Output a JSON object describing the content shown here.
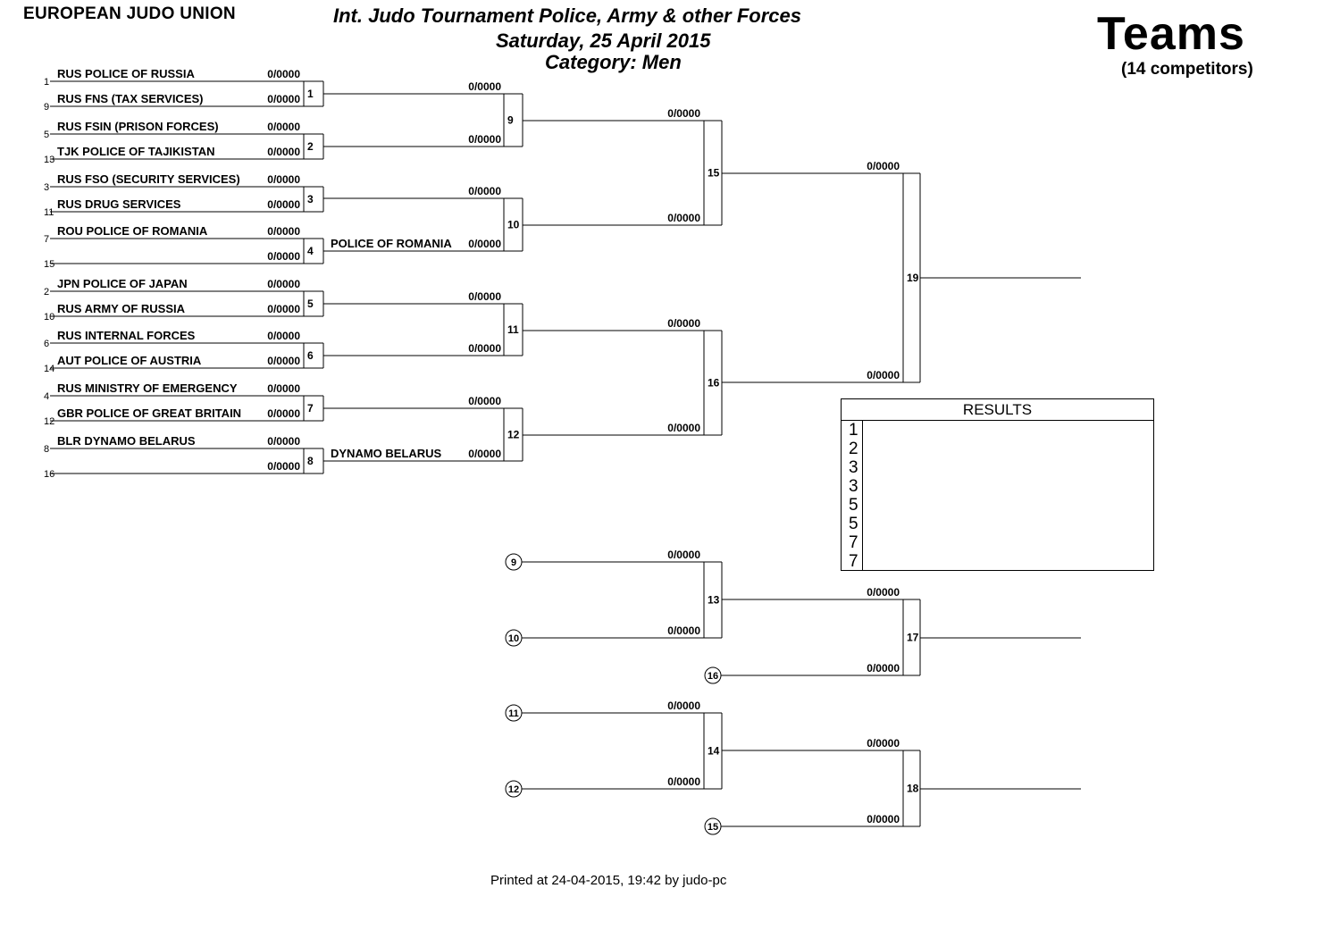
{
  "header": {
    "org": "EUROPEAN JUDO UNION",
    "title_line1": "Int. Judo Tournament Police, Army & other Forces",
    "title_line2": "Saturday, 25 April 2015",
    "title_line3": "Category: Men",
    "teams_label": "Teams",
    "competitors": "(14 competitors)"
  },
  "entries": [
    {
      "seed": "1",
      "country": "RUS",
      "team": "POLICE OF RUSSIA",
      "score": "0/0000"
    },
    {
      "seed": "9",
      "country": "RUS",
      "team": "FNS (TAX SERVICES)",
      "score": "0/0000"
    },
    {
      "seed": "5",
      "country": "RUS",
      "team": "FSIN (PRISON FORCES)",
      "score": "0/0000"
    },
    {
      "seed": "13",
      "country": "TJK",
      "team": "POLICE OF TAJIKISTAN",
      "score": "0/0000"
    },
    {
      "seed": "3",
      "country": "RUS",
      "team": "FSO (SECURITY SERVICES)",
      "score": "0/0000"
    },
    {
      "seed": "11",
      "country": "RUS",
      "team": "DRUG SERVICES",
      "score": "0/0000"
    },
    {
      "seed": "7",
      "country": "ROU",
      "team": "POLICE OF ROMANIA",
      "score": "0/0000"
    },
    {
      "seed": "15",
      "country": "",
      "team": "",
      "score": "0/0000"
    },
    {
      "seed": "2",
      "country": "JPN",
      "team": "POLICE OF JAPAN",
      "score": "0/0000"
    },
    {
      "seed": "10",
      "country": "RUS",
      "team": "ARMY OF RUSSIA",
      "score": "0/0000"
    },
    {
      "seed": "6",
      "country": "RUS",
      "team": "INTERNAL FORCES",
      "score": "0/0000"
    },
    {
      "seed": "14",
      "country": "AUT",
      "team": "POLICE OF AUSTRIA",
      "score": "0/0000"
    },
    {
      "seed": "4",
      "country": "RUS",
      "team": "MINISTRY OF EMERGENCY",
      "score": "0/0000"
    },
    {
      "seed": "12",
      "country": "GBR",
      "team": "POLICE OF GREAT BRITAIN",
      "score": "0/0000"
    },
    {
      "seed": "8",
      "country": "BLR",
      "team": "DYNAMO BELARUS",
      "score": "0/0000"
    },
    {
      "seed": "16",
      "country": "",
      "team": "",
      "score": "0/0000"
    }
  ],
  "round1_matches": [
    "1",
    "2",
    "3",
    "4",
    "5",
    "6",
    "7",
    "8"
  ],
  "round2": {
    "matches": [
      "9",
      "10",
      "11",
      "12"
    ],
    "slots": [
      {
        "name": "",
        "score": "0/0000"
      },
      {
        "name": "",
        "score": "0/0000"
      },
      {
        "name": "",
        "score": "0/0000"
      },
      {
        "name": "POLICE OF ROMANIA",
        "score": "0/0000"
      },
      {
        "name": "",
        "score": "0/0000"
      },
      {
        "name": "",
        "score": "0/0000"
      },
      {
        "name": "",
        "score": "0/0000"
      },
      {
        "name": "DYNAMO BELARUS",
        "score": "0/0000"
      }
    ]
  },
  "round3": {
    "matches": [
      "15",
      "16"
    ],
    "slots": [
      {
        "score": "0/0000"
      },
      {
        "score": "0/0000"
      },
      {
        "score": "0/0000"
      },
      {
        "score": "0/0000"
      }
    ]
  },
  "final": {
    "match": "19",
    "slots": [
      {
        "score": "0/0000"
      },
      {
        "score": "0/0000"
      }
    ]
  },
  "repechage": {
    "a": {
      "match": "13",
      "circles": [
        "9",
        "10"
      ],
      "slots": [
        {
          "score": "0/0000"
        },
        {
          "score": "0/0000"
        }
      ],
      "next_match": "17",
      "next_circle": "16",
      "next_slots": [
        {
          "score": "0/0000"
        },
        {
          "score": "0/0000"
        }
      ]
    },
    "b": {
      "match": "14",
      "circles": [
        "11",
        "12"
      ],
      "slots": [
        {
          "score": "0/0000"
        },
        {
          "score": "0/0000"
        }
      ],
      "next_match": "18",
      "next_circle": "15",
      "next_slots": [
        {
          "score": "0/0000"
        },
        {
          "score": "0/0000"
        }
      ]
    }
  },
  "results": {
    "title": "RESULTS",
    "ranks": [
      "1",
      "2",
      "3",
      "3",
      "5",
      "5",
      "7",
      "7"
    ]
  },
  "footer": "Printed at 24-04-2015, 19:42 by judo-pc"
}
